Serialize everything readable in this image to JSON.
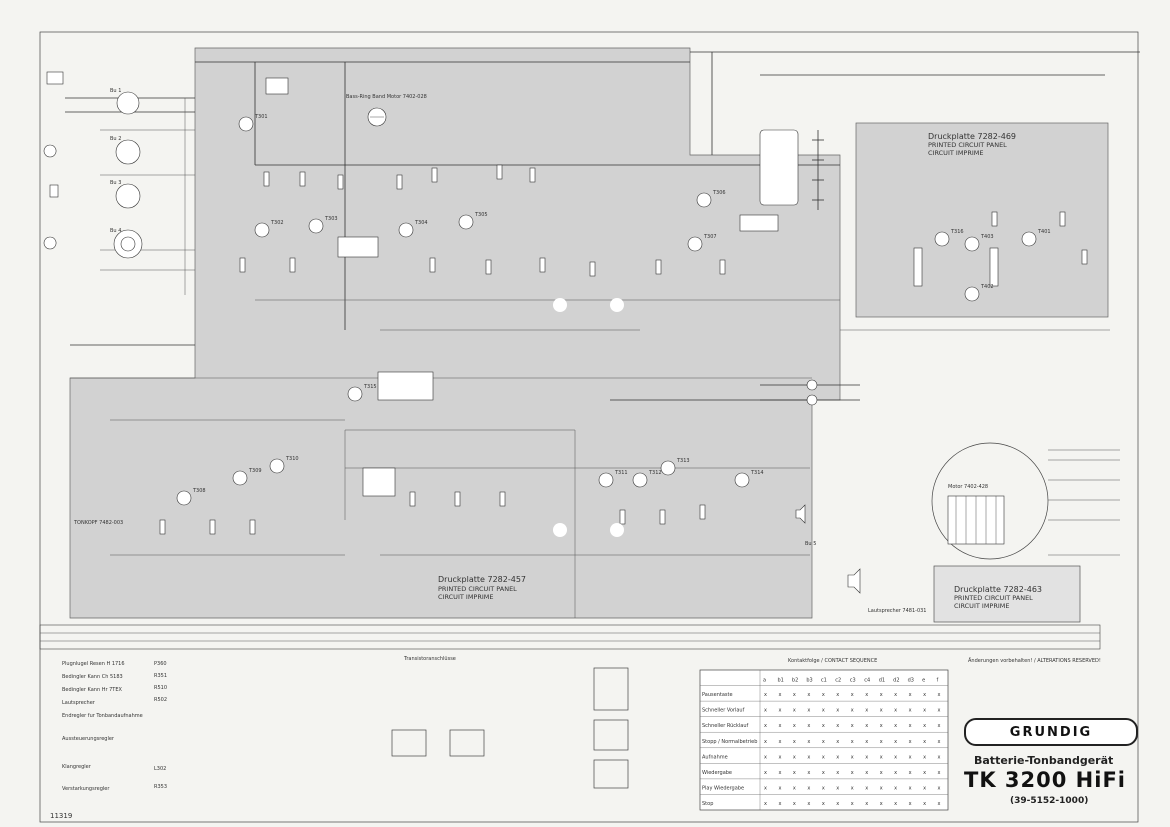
{
  "boards": {
    "main": {
      "number": "Druckplatte 7282-457",
      "en": "PRINTED CIRCUIT PANEL",
      "fr": "CIRCUIT IMPRIME"
    },
    "right_top": {
      "number": "Druckplatte 7282-469",
      "en": "PRINTED CIRCUIT PANEL",
      "fr": "CIRCUIT IMPRIME"
    },
    "right_bottom": {
      "number": "Druckplatte 7282-463",
      "en": "PRINTED CIRCUIT PANEL",
      "fr": "CIRCUIT IMPRIME"
    }
  },
  "labels": {
    "motor_top": "Bass-Ring Band Motor 7402-028",
    "motor_right": "Motor 7402-428",
    "lautsprecher": "Lautsprecher 7481-031",
    "kontakte_header": "Kontaktfolge / CONTACT SEQUENCE",
    "anderungen": "Änderungen vorbehalten! / ALTERATIONS RESERVED!",
    "transistor_header": "Transistoranschlüsse",
    "tone_head": "TONKOPF 7482-003"
  },
  "title_block": {
    "brand": "GRUNDIG",
    "subtitle": "Batterie-Tonbandgerät",
    "model": "TK 3200 HiFi",
    "part_no": "(39-5152-1000)",
    "sheet_no": "11319"
  },
  "legend": {
    "items": [
      "Plugnlugel Resen H 1716",
      "Bedingler Kann Ch 5183",
      "Bedingler Kann Hr 7TEX",
      "Lautsprecher",
      "Endregler fur Tonbandaufnahme",
      "Aussteuerungsregler",
      "Klangregler",
      "Verstarkungsregler"
    ],
    "codes": [
      "P360",
      "R351",
      "R510",
      "R502",
      "L302",
      "R353"
    ]
  },
  "transistors": [
    "T301",
    "T302",
    "T303",
    "T304",
    "T305",
    "T306",
    "T307",
    "T308",
    "T309",
    "T310",
    "T311",
    "T312",
    "T313",
    "T314",
    "T315",
    "T316",
    "T401",
    "T402",
    "T403"
  ],
  "contact_table": {
    "columns": [
      "a",
      "b1",
      "b2",
      "b3",
      "c1",
      "c2",
      "c3",
      "c4",
      "d1",
      "d2",
      "d3",
      "e",
      "f"
    ],
    "rows": [
      {
        "name": "Pausentaste",
        "marks": "x x x x x x x x x x x x x"
      },
      {
        "name": "Schneller Vorlauf",
        "marks": "x x x x x x x x x x x x x"
      },
      {
        "name": "Schneller Rücklauf",
        "marks": "x x x x x x x x x x x x x"
      },
      {
        "name": "Stopp / Normalbetrieb",
        "marks": "x x x x x x x x x x x x x"
      },
      {
        "name": "Aufnahme",
        "marks": "x x x x x x x x x x x x x"
      },
      {
        "name": "Wiedergabe",
        "marks": "x x x x x x x x x x x x x"
      },
      {
        "name": "Play Wiedergabe",
        "marks": "x x x x x x x x x x x x x"
      },
      {
        "name": "Stop",
        "marks": "x x x x x x x x x x x x x"
      }
    ]
  },
  "connectors": [
    "Bu 1",
    "Bu 2",
    "Bu 3",
    "Bu 4",
    "Bu 5"
  ],
  "colors": {
    "pcb": "#d2d2d2",
    "ink": "#333333",
    "paper": "#f4f4f1"
  }
}
